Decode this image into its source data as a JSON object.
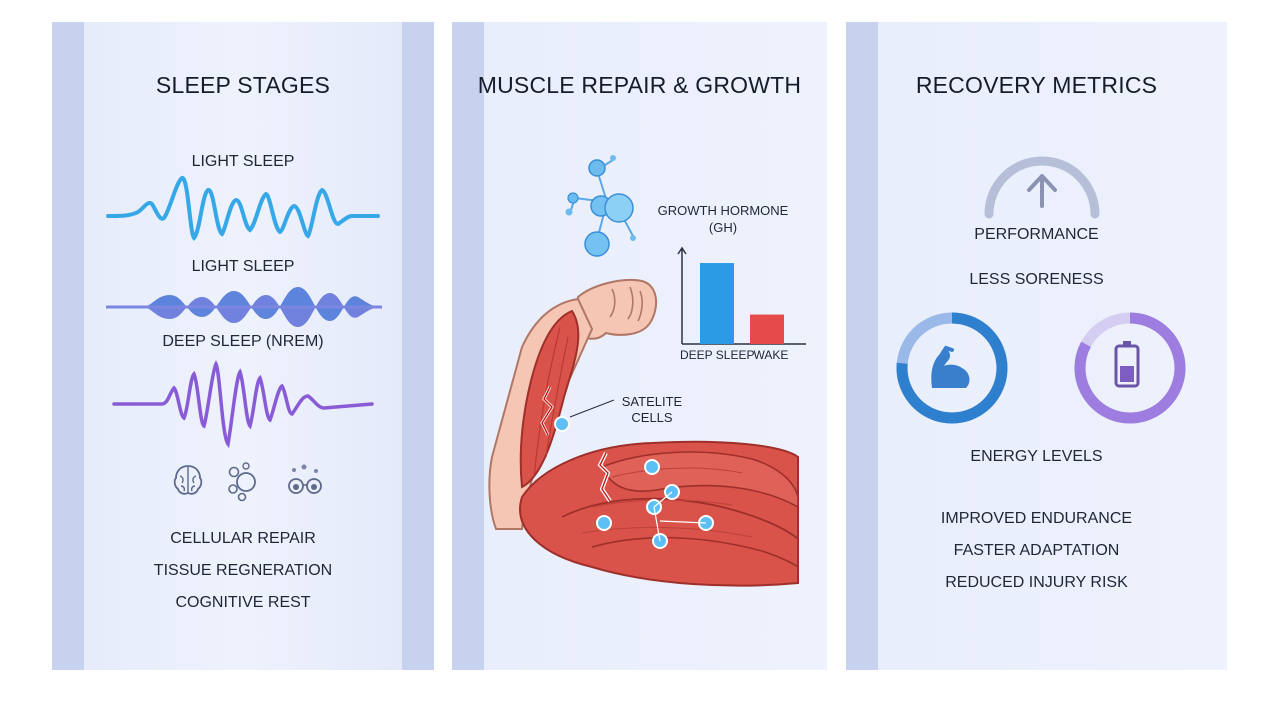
{
  "sleep_panel": {
    "title": "SLEEP STAGES",
    "stage_1": "LIGHT SLEEP",
    "stage_2": "LIGHT SLEEP",
    "stage_3": "DEEP SLEEP (NREM)",
    "benefits": [
      "CELLULAR REPAIR",
      "TISSUE REGNERATION",
      "COGNITIVE REST"
    ],
    "icons": [
      "brain-icon",
      "cells-icon",
      "eyes-icon"
    ]
  },
  "muscle_panel": {
    "title": "MUSCLE REPAIR & GROWTH",
    "hormone_title_1": "GROWTH HORMONE",
    "hormone_title_2": "(GH)",
    "bar_labels": [
      "DEEP SLEEP",
      "WAKE"
    ],
    "satellite_label_1": "SATELITE",
    "satellite_label_2": "CELLS"
  },
  "recovery_panel": {
    "title": "RECOVERY METRICS",
    "performance": "PERFORMANCE",
    "less_soreness": "LESS SORENESS",
    "energy_levels": "ENERGY LEVELS",
    "outcomes": [
      "IMPROVED ENDURANCE",
      "FASTER ADAPTATION",
      "REDUCED INJURY RISK"
    ],
    "icons": [
      "arrow-up-icon",
      "flexed-arm-icon",
      "battery-icon"
    ]
  },
  "chart_data": {
    "type": "bar",
    "categories": [
      "DEEP SLEEP",
      "WAKE"
    ],
    "values": [
      88,
      32
    ],
    "title": "GROWTH HORMONE (GH)",
    "ylim": [
      0,
      100
    ],
    "colors": [
      "#2b9be6",
      "#e54b4b"
    ]
  },
  "colors": {
    "wave_light": "#36a8e8",
    "wave_mid": "#3a7fd6",
    "wave_deep": "#8a5bd6",
    "ring_blue": "#3a8bd6",
    "ring_purple": "#9b7be0",
    "muscle": "#d9534a"
  }
}
